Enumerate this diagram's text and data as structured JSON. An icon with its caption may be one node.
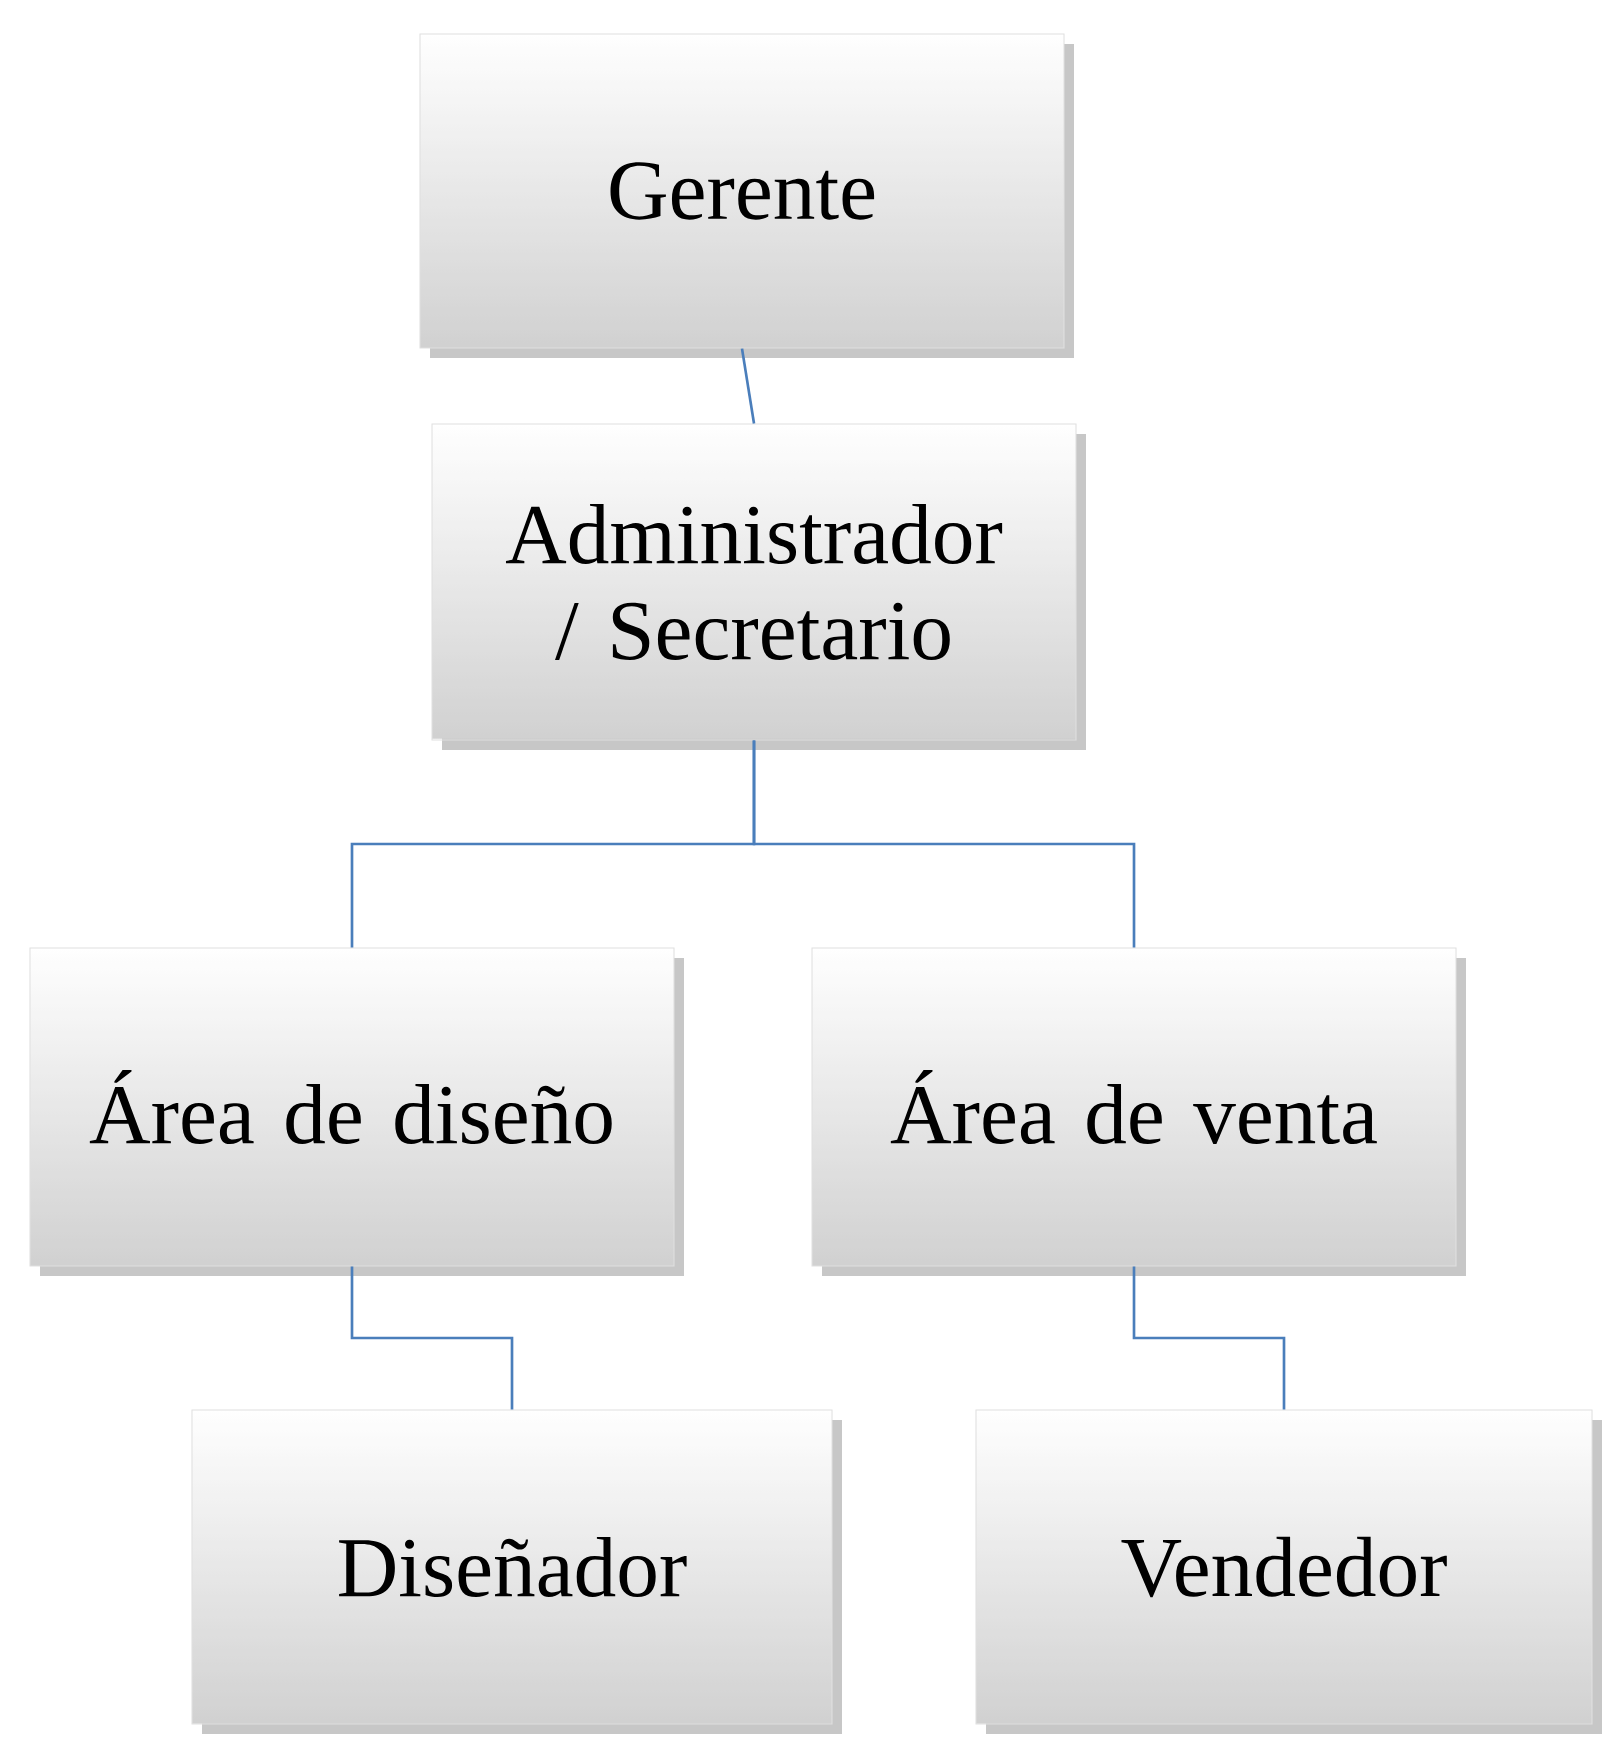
{
  "diagram": {
    "nodes": [
      {
        "text": [
          "Gerente"
        ]
      },
      {
        "text": [
          "Administrador / Secretario"
        ]
      },
      {
        "text": [
          "Área de diseño"
        ]
      },
      {
        "text": [
          "Área de venta"
        ]
      },
      {
        "text": [
          "Diseñador"
        ]
      },
      {
        "text": [
          "Vendedor"
        ]
      }
    ],
    "edges": [
      {
        "from": 0,
        "to": 1,
        "arrow": "none"
      },
      {
        "from": 1,
        "to": 2,
        "arrow": "none"
      },
      {
        "from": 1,
        "to": 3,
        "arrow": "none"
      },
      {
        "from": 2,
        "to": 4,
        "arrow": "none"
      },
      {
        "from": 3,
        "to": 5,
        "arrow": "none"
      }
    ]
  }
}
